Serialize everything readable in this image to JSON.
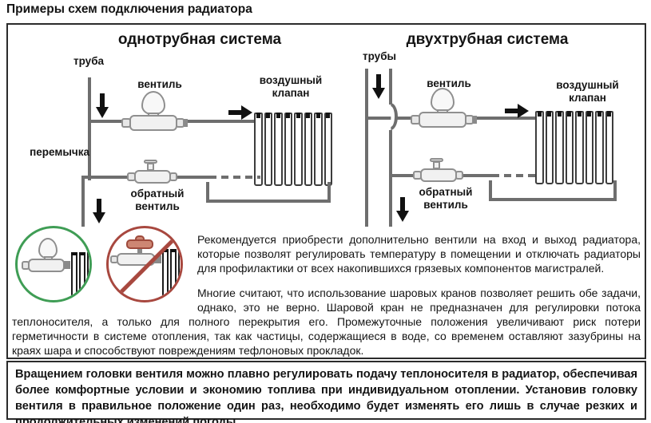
{
  "page": {
    "title": "Примеры схем подключения радиатора"
  },
  "diagrams": {
    "one_pipe": {
      "heading": "однотрубная система",
      "labels": {
        "pipe": "труба",
        "valve": "вентиль",
        "air_valve": "воздушный клапан",
        "bypass": "перемычка",
        "return_valve": "обратный вентиль"
      }
    },
    "two_pipe": {
      "heading": "двухтрубная система",
      "labels": {
        "pipes": "трубы",
        "valve": "вентиль",
        "air_valve": "воздушный клапан",
        "return_valve": "обратный вентиль"
      }
    }
  },
  "legend": {
    "approved_icon": "thermostatic-valve",
    "forbidden_icon": "ball-valve"
  },
  "recommendations": {
    "p1": "Рекомендуется приобрести дополнительно вентили на вход и выход радиатора, которые позволят регулировать температуру в помещении и отключать радиаторы для профилактики от всех накопившихся грязевых компонентов магистралей.",
    "p2": "Многие считают, что использование шаровых кранов позволяет решить обе задачи, однако, это не верно. Шаровой кран не предназначен для регулировки потока теплоносителя, а только для полного перекрытия его. Промежуточные положения увеличивают риск потери герметичности в системе отопления, так как частицы, содержащиеся в воде, со временем оставляют зазубрины на краях шара и способствуют повреждениям тефлоновых прокладок.",
    "p3": "Вращением головки вентиля можно плавно регулировать подачу теплоносителя в радиатор, обеспечивая более комфортные условии и экономию топлива при индивидуальном отоплении. Установив головку вентиля в правильное положение один раз, необходимо будет изменять его лишь в случае резких и продолжительных изменений погоды."
  },
  "palette": {
    "pipe_gray": "#6e6e6e",
    "approved_green": "#3f9d55",
    "forbidden_red": "#a8483f",
    "ball_valve_handle": "#cd8673"
  }
}
